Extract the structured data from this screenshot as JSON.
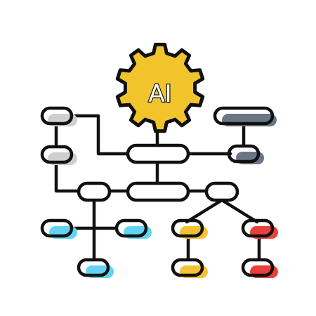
{
  "badge": {
    "label": "AI",
    "icon": "gear-icon"
  },
  "colors": {
    "outline": "#111111",
    "gear": "#F2C42C",
    "gray": "#CFCFCF",
    "slate": "#6B7685",
    "cyan": "#60D4F2",
    "yellow": "#F5C233",
    "red": "#E8403A",
    "white": "#FFFFFF"
  },
  "nodes": [
    {
      "id": "top-left",
      "fill": "gray"
    },
    {
      "id": "mid-left",
      "fill": "gray"
    },
    {
      "id": "top-right",
      "fill": "slate"
    },
    {
      "id": "right-small",
      "fill": "slate"
    },
    {
      "id": "center-hub",
      "fill": "white"
    },
    {
      "id": "bottom-hub",
      "fill": "white"
    },
    {
      "id": "left-hub",
      "fill": "white"
    },
    {
      "id": "right-hub",
      "fill": "white"
    },
    {
      "id": "cyan-left",
      "fill": "cyan"
    },
    {
      "id": "cyan-right",
      "fill": "cyan"
    },
    {
      "id": "cyan-bottom",
      "fill": "cyan"
    },
    {
      "id": "yellow-top",
      "fill": "yellow"
    },
    {
      "id": "yellow-bottom",
      "fill": "yellow"
    },
    {
      "id": "red-top",
      "fill": "red"
    },
    {
      "id": "red-bottom",
      "fill": "red"
    }
  ]
}
